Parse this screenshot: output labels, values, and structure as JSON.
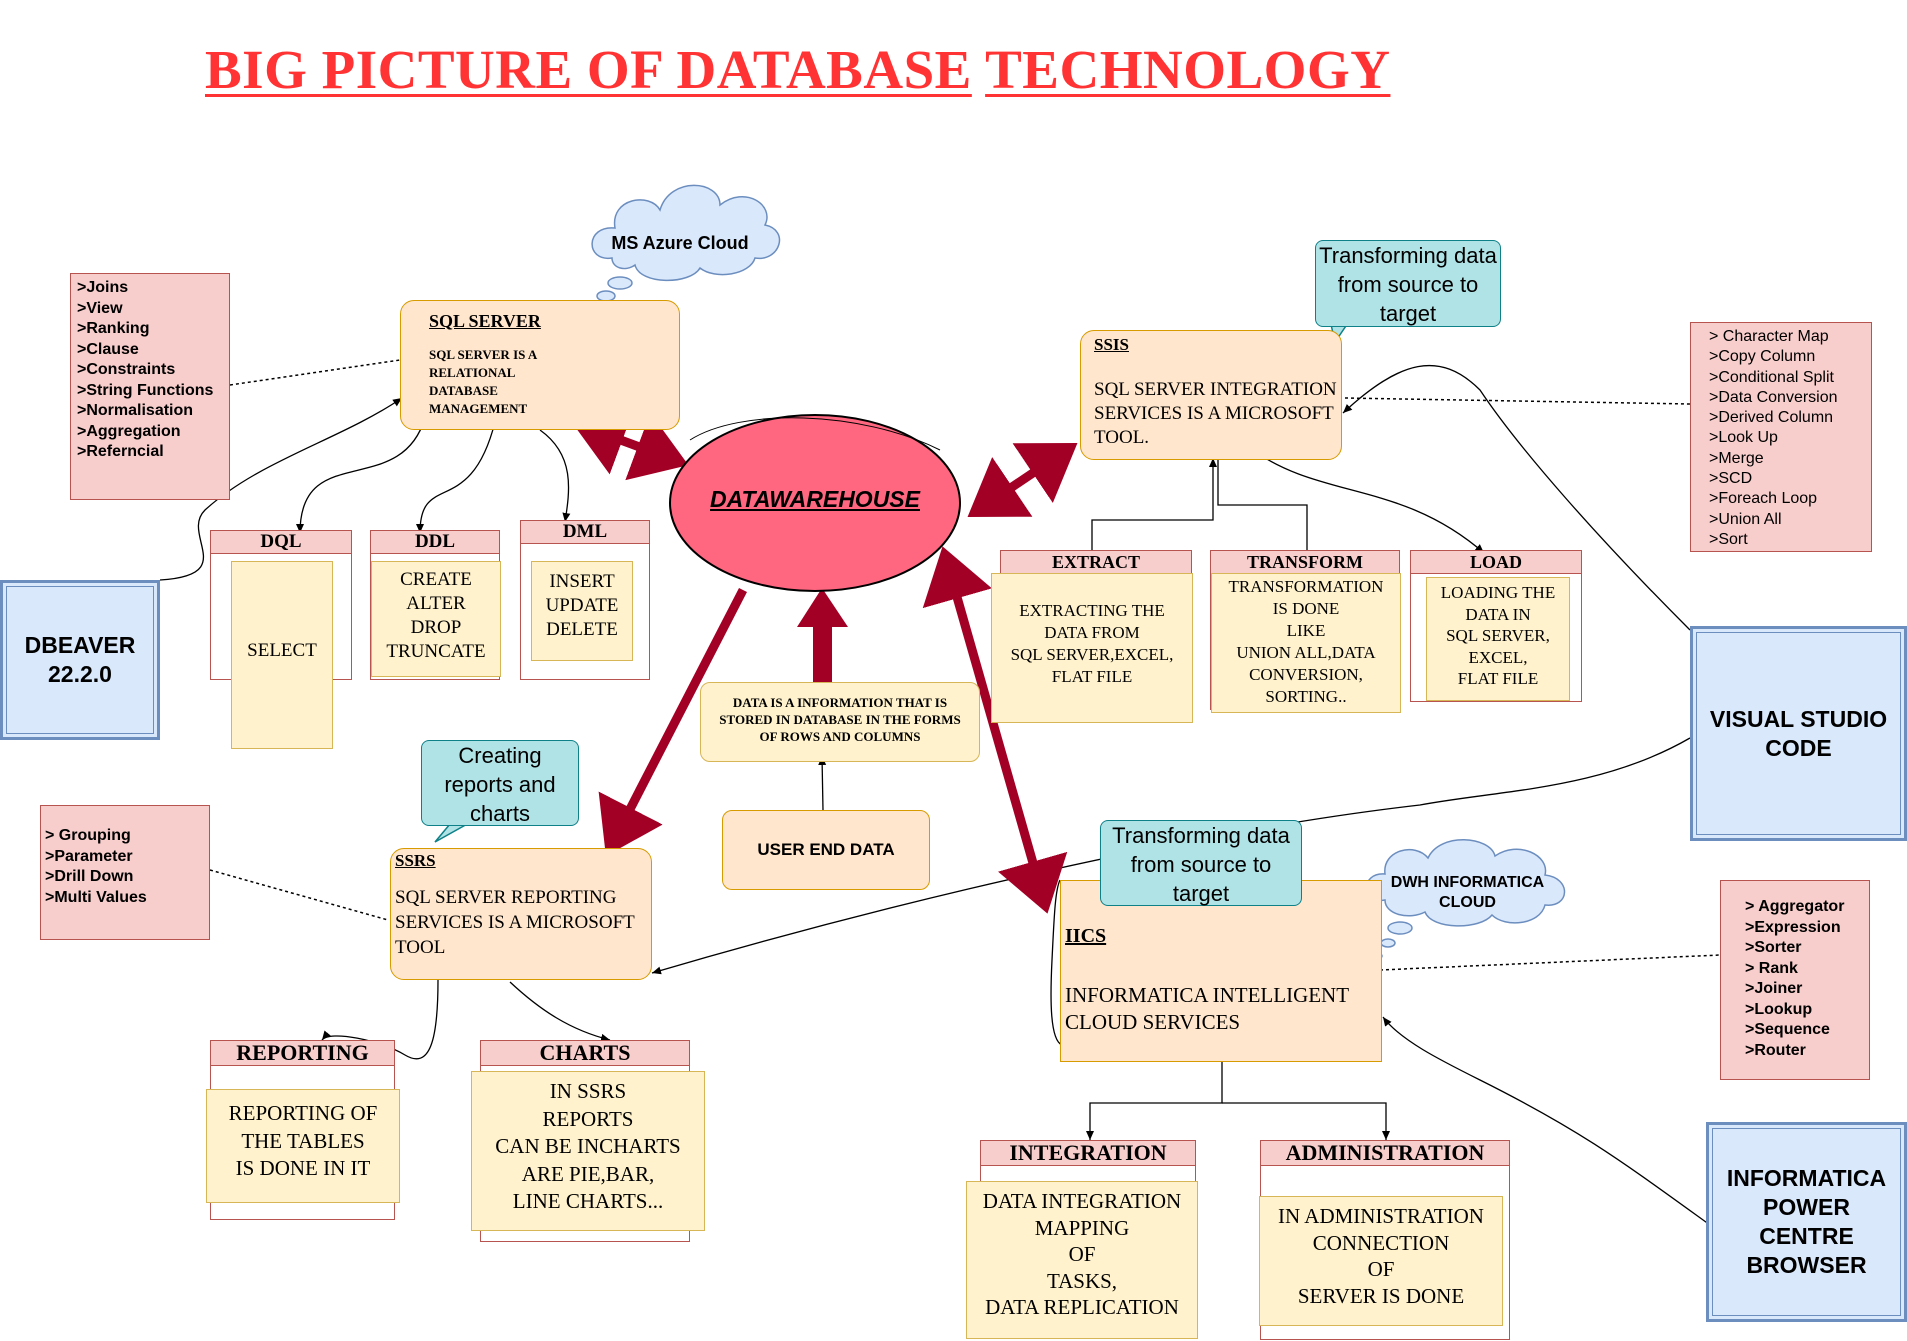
{
  "title": {
    "part1": "BIG PICTURE OF DATABASE",
    "part2": "TECHNOLOGY"
  },
  "center": {
    "label": "DATAWAREHOUSE",
    "definition": "DATA IS A INFORMATION THAT IS STORED IN DATABASE IN THE  FORMS OF ROWS AND COLUMNS",
    "user_data": "USER END DATA"
  },
  "sql_server": {
    "title": "SQL SERVER",
    "desc": "SQL SERVER IS A RELATIONAL DATABASE MANAGEMENT",
    "cloud": "MS Azure Cloud",
    "features": ">Joins\n>View\n>Ranking\n>Clause\n>Constraints\n>String Functions\n>Normalisation\n>Aggregation\n>Referncial",
    "dql": {
      "head": "DQL",
      "body": "SELECT"
    },
    "ddl": {
      "head": "DDL",
      "body": "CREATE\nALTER\nDROP\nTRUNCATE"
    },
    "dml": {
      "head": "DML",
      "body": "INSERT\nUPDATE\nDELETE"
    }
  },
  "dbeaver": "DBEAVER\n22.2.0",
  "ssis": {
    "title": "SSIS",
    "desc": "SQL SERVER INTEGRATION SERVICES IS A MICROSOFT TOOL.",
    "callout": "Transforming data from source to target",
    "features": "> Character Map\n>Copy Column\n>Conditional Split\n>Data Conversion\n>Derived Column\n>Look Up\n>Merge\n>SCD\n>Foreach Loop\n>Union All\n>Sort",
    "extract": {
      "head": "EXTRACT",
      "body": "EXTRACTING THE\nDATA FROM\nSQL SERVER,EXCEL,\nFLAT FILE"
    },
    "transform": {
      "head": "TRANSFORM",
      "body": "TRANSFORMATION\nIS DONE\nLIKE\nUNION ALL,DATA\nCONVERSION,\nSORTING.."
    },
    "load": {
      "head": "LOAD",
      "body": "LOADING THE\nDATA IN\nSQL SERVER,\nEXCEL,\nFLAT FILE"
    }
  },
  "vscode": "VISUAL STUDIO\nCODE",
  "ssrs": {
    "title": "SSRS",
    "desc": "SQL SERVER REPORTING SERVICES IS A MICROSOFT TOOL",
    "callout": "Creating reports and charts",
    "features": "> Grouping\n>Parameter\n>Drill Down\n>Multi Values",
    "reporting": {
      "head": "REPORTING",
      "body": "REPORTING OF\nTHE TABLES\nIS DONE IN IT"
    },
    "charts": {
      "head": "CHARTS",
      "body": "IN SSRS\nREPORTS\nCAN BE INCHARTS\nARE PIE,BAR,\nLINE CHARTS..."
    }
  },
  "iics": {
    "title": "IICS",
    "desc": "INFORMATICA INTELLIGENT CLOUD SERVICES",
    "callout": "Transforming data from source to target",
    "cloud": "DWH INFORMATICA CLOUD",
    "features": "> Aggregator\n>Expression\n>Sorter\n> Rank\n>Joiner\n>Lookup\n>Sequence\n>Router",
    "integration": {
      "head": "INTEGRATION",
      "body": "DATA INTEGRATION\nMAPPING\nOF\nTASKS,\nDATA REPLICATION"
    },
    "administration": {
      "head": "ADMINISTRATION",
      "body": "IN ADMINISTRATION\nCONNECTION\nOF\nSERVER IS DONE"
    }
  },
  "informatica": "INFORMATICA\nPOWER\nCENTRE\nBROWSER",
  "colors": {
    "title": "#ff3333",
    "arrow": "#a20025",
    "ellipse": "#ff6680",
    "pink": "#f8cecc",
    "orange": "#ffe6cc",
    "yellow": "#fff2cc",
    "blue": "#dae8fc",
    "teal": "#b0e3e6"
  }
}
